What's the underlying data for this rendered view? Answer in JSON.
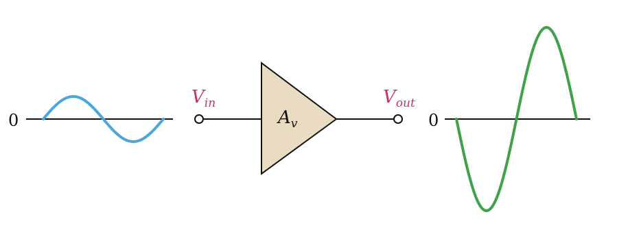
{
  "diagram": {
    "input_zero_label": "0",
    "output_zero_label": "0",
    "input_label": {
      "main": "V",
      "sub": "in"
    },
    "output_label": {
      "main": "V",
      "sub": "out"
    },
    "amplifier_label": {
      "main": "A",
      "sub": "v"
    },
    "colors": {
      "input_wave": "#4aa6db",
      "output_wave": "#3ea24a",
      "amplifier_fill": "#e9dcc1",
      "label_accent": "#c4326b",
      "line": "#111111"
    }
  }
}
